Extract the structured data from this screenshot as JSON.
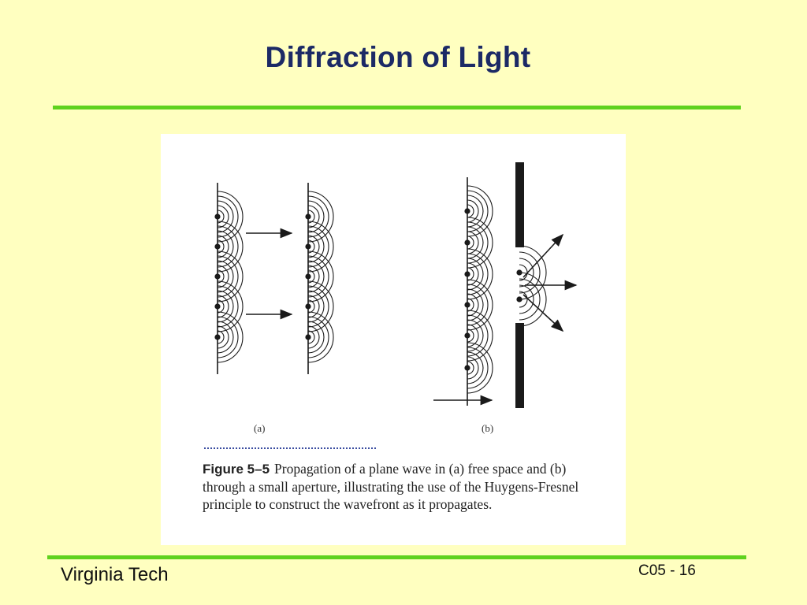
{
  "slide": {
    "title": "Diffraction of Light",
    "footer_left": "Virginia Tech",
    "footer_right": "C05 - 16"
  },
  "figure": {
    "sublabel_a": "(a)",
    "sublabel_b": "(b)",
    "caption_label": "Figure 5–5",
    "caption_text": "Propagation of a plane wave in (a) free space and (b) through a small aperture, illustrating the use of the Huygens-Fresnel principle to construct the wavefront as it propagates.",
    "colors": {
      "ink": "#1a1a1a",
      "panel": "#ffffff"
    }
  },
  "colors": {
    "background": "#ffffc0",
    "title": "#1c2a66",
    "rule": "#5fd21e"
  }
}
